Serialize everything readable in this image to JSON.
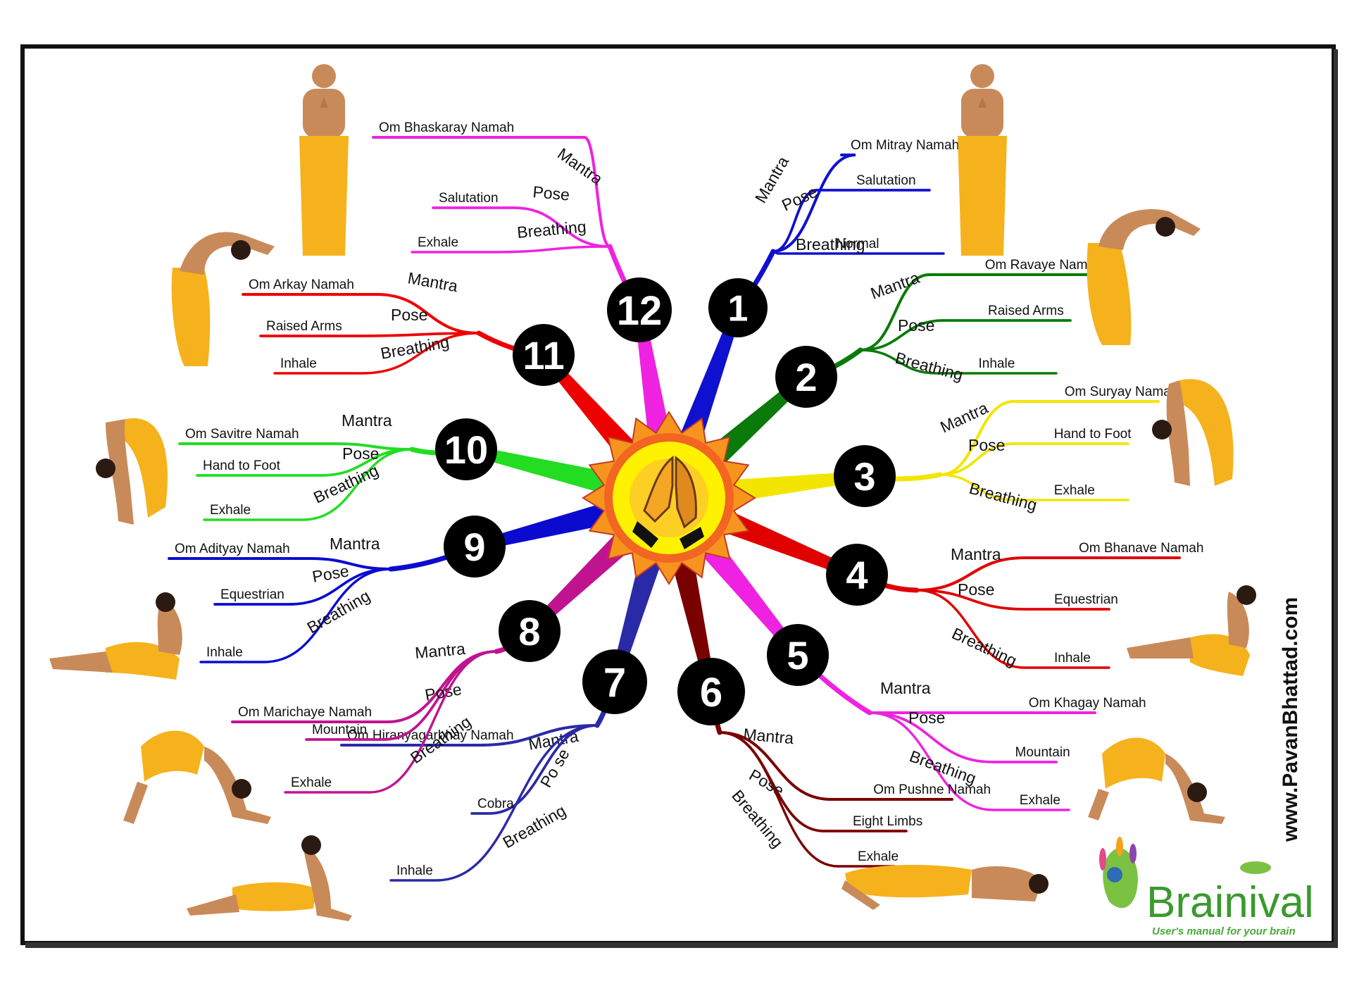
{
  "website": "www.PavanBhattad.com",
  "logo": {
    "name": "Brainival",
    "tagline": "User's manual for your brain"
  },
  "center": {
    "icon": "praying-hands-icon",
    "sun_color": "#f8a91f",
    "core_color": "#fff200"
  },
  "branch_keys": {
    "mantra": "Mantra",
    "pose": "Pose",
    "breathing": "Breathing"
  },
  "steps": [
    {
      "number": "1",
      "color": "#1010d0",
      "mantra": "Om Mitray Namah",
      "pose": "Salutation",
      "breathing": "Normal"
    },
    {
      "number": "2",
      "color": "#0a7a0a",
      "mantra": "Om Ravaye Namah",
      "pose": "Raised Arms",
      "breathing": "Inhale"
    },
    {
      "number": "3",
      "color": "#f2e600",
      "mantra": "Om Suryay Namah",
      "pose": "Hand to Foot",
      "breathing": "Exhale"
    },
    {
      "number": "4",
      "color": "#e00000",
      "mantra": "Om Bhanave Namah",
      "pose": "Equestrian",
      "breathing": "Inhale"
    },
    {
      "number": "5",
      "color": "#ee22e0",
      "mantra": "Om Khagay Namah",
      "pose": "Mountain",
      "breathing": "Exhale"
    },
    {
      "number": "6",
      "color": "#7a0000",
      "mantra": "Om Pushne Namah",
      "pose": "Eight Limbs",
      "breathing": "Exhale"
    },
    {
      "number": "7",
      "color": "#2a2aa8",
      "mantra": "Om Hiranyagarbhay Namah",
      "pose": "Cobra",
      "breathing": "Inhale",
      "pose_key_display": "Po se"
    },
    {
      "number": "8",
      "color": "#c0138f",
      "mantra": "Om Marichaye Namah",
      "pose": "Mountain",
      "breathing": "Exhale"
    },
    {
      "number": "9",
      "color": "#0b0bd0",
      "mantra": "Om Adityay Namah",
      "pose": "Equestrian",
      "breathing": "Inhale"
    },
    {
      "number": "10",
      "color": "#22dd22",
      "mantra": "Om Savitre Namah",
      "pose": "Hand to Foot",
      "breathing": "Exhale"
    },
    {
      "number": "11",
      "color": "#ee0000",
      "mantra": "Om Arkay Namah",
      "pose": "Raised Arms",
      "breathing": "Inhale"
    },
    {
      "number": "12",
      "color": "#ee22e0",
      "mantra": "Om Bhaskaray Namah",
      "pose": "Salutation",
      "breathing": "Exhale"
    }
  ],
  "skin_color": "#c98a5a",
  "cloth_color": "#f6b21c"
}
